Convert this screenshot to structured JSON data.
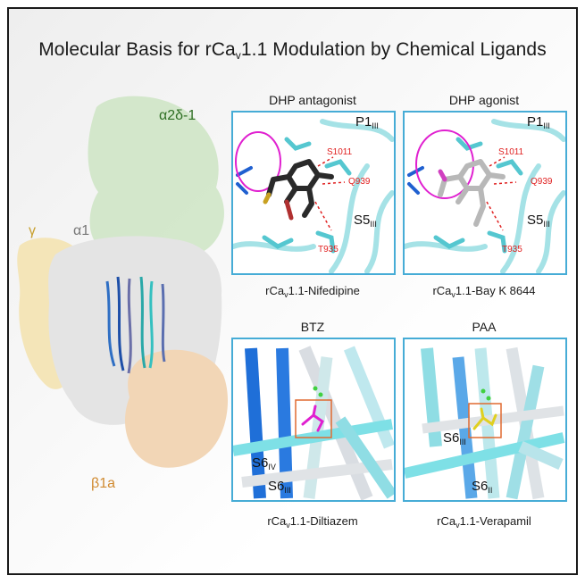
{
  "title": {
    "pre": "Molecular Basis for rCa",
    "sub": "v",
    "post": "1.1 Modulation by Chemical Ligands"
  },
  "labels": {
    "a2d": "α2δ-1",
    "gamma": "γ",
    "a1": "α1",
    "b1a": "β1a"
  },
  "colors": {
    "border": "#46acd6",
    "residue": "#e02020",
    "alpha2delta": "#cfe5c6",
    "gamma": "#f3e4b4",
    "beta": "#f2d6b6",
    "alpha1": "#e4e4e4",
    "ellipse": "#e020d0",
    "box": "#e06a30"
  },
  "panels": [
    {
      "heading": "DHP antagonist",
      "helix_top": "P1",
      "helix_top_sub": "III",
      "helix_mid": "S5",
      "helix_mid_sub": "III",
      "residues": [
        "S1011",
        "Q939",
        "T935"
      ],
      "caption_pre": "rCa",
      "caption_sub": "v",
      "caption_post": "1.1-Nifedipine"
    },
    {
      "heading": "DHP agonist",
      "helix_top": "P1",
      "helix_top_sub": "III",
      "helix_mid": "S5",
      "helix_mid_sub": "III",
      "residues": [
        "S1011",
        "Q939",
        "T935"
      ],
      "caption_pre": "rCa",
      "caption_sub": "v",
      "caption_post": "1.1-Bay K 8644"
    },
    {
      "heading": "BTZ",
      "helix_a": "S6",
      "helix_a_sub": "IV",
      "helix_b": "S6",
      "helix_b_sub": "III",
      "caption_pre": "rCa",
      "caption_sub": "v",
      "caption_post": "1.1-Diltiazem"
    },
    {
      "heading": "PAA",
      "helix_a": "S6",
      "helix_a_sub": "III",
      "helix_b": "S6",
      "helix_b_sub": "II",
      "caption_pre": "rCa",
      "caption_sub": "v",
      "caption_post": "1.1-Verapamil"
    }
  ]
}
